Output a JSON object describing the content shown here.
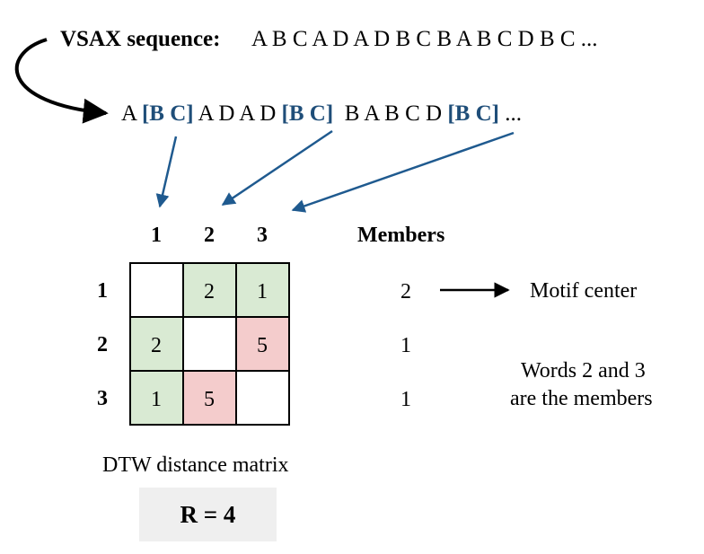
{
  "sequence": {
    "label": "VSAX sequence:",
    "text": "A B C A D A D B C B A B C D B C ..."
  },
  "grouped": {
    "p1": "A",
    "g1": "[B C]",
    "p2": "A D A D",
    "g2": "[B C]",
    "p3": "B A B C D",
    "g3": "[B C]",
    "p4": "..."
  },
  "matrix": {
    "col_headers": [
      "1",
      "2",
      "3"
    ],
    "row_headers": [
      "1",
      "2",
      "3"
    ],
    "cells": [
      [
        "",
        "2",
        "1"
      ],
      [
        "2",
        "",
        "5"
      ],
      [
        "1",
        "5",
        ""
      ]
    ],
    "caption": "DTW distance matrix"
  },
  "members": {
    "header": "Members",
    "values": [
      "2",
      "1",
      "1"
    ]
  },
  "annotations": {
    "motif_center": "Motif center",
    "members_note_line1": "Words 2 and 3",
    "members_note_line2": "are the members"
  },
  "radius_label": "R = 4",
  "colors": {
    "highlight_text": "#1f4e79",
    "arrow_blue": "#1f5a8f",
    "cell_green": "#d9ead3",
    "cell_red": "#f4cccc",
    "cell_empty": "#ffffff",
    "r_box": "#efefef"
  }
}
